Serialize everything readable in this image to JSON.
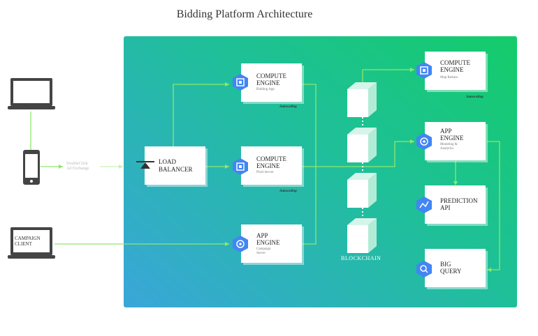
{
  "title": "Bidding Platform Architecture",
  "load_balancer": {
    "line1": "LOAD",
    "line2": "BALANCER"
  },
  "doubleclick": {
    "line1": "DoubleClick",
    "line2": "Ad Exchange"
  },
  "campaign_client": {
    "line1": "CAMPAIGN",
    "line2": "CLIENT"
  },
  "blockchain_label": "BLOCKCHAIN",
  "autoscaling": "Autoscaling",
  "cards": {
    "ce_bidding": {
      "line1": "COMPUTE",
      "line2": "ENGINE",
      "sub": "Bidding App"
    },
    "ce_pixel": {
      "line1": "COMPUTE",
      "line2": "ENGINE",
      "sub": "Pixel Server"
    },
    "ae_campaign": {
      "line1": "APP",
      "line2": "ENGINE",
      "sub1": "Campaign",
      "sub2": "Server"
    },
    "ce_mapreduce": {
      "line1": "COMPUTE",
      "line2": "ENGINE",
      "sub": "Map Reduce"
    },
    "ae_modeling": {
      "line1": "APP",
      "line2": "ENGINE",
      "sub1": "Modeling &",
      "sub2": "Analytics"
    },
    "prediction": {
      "line1": "PREDICTION",
      "line2": "API"
    },
    "bigquery": {
      "line1": "BIG",
      "line2": "QUERY"
    }
  },
  "icons": {
    "compute": "compute-engine-icon",
    "app_engine": "app-engine-icon",
    "prediction": "prediction-api-icon",
    "bigquery": "bigquery-icon"
  },
  "colors": {
    "accent": "#4285f4",
    "wire": "#8fe86a",
    "panel_start": "#3aa6d9",
    "panel_end": "#14cc6a"
  }
}
